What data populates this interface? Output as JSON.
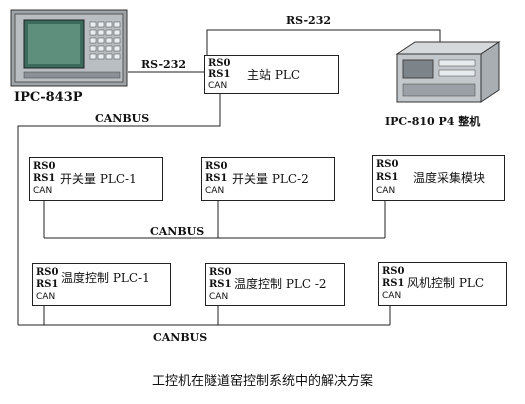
{
  "links": {
    "rs232_top": "RS-232",
    "rs232_left": "RS-232",
    "canbus_1": "CANBUS",
    "canbus_2": "CANBUS",
    "canbus_3": "CANBUS"
  },
  "devices": {
    "left_pc_label": "IPC-843P",
    "right_pc_label": "IPC-810 P4 整机"
  },
  "ports": {
    "rs0": "RS0",
    "rs1": "RS1",
    "can": "CAN"
  },
  "modules": {
    "master": "主站 PLC",
    "switch1": "开关量 PLC-1",
    "switch2": "开关量 PLC-2",
    "temp_acq": "温度采集模块",
    "temp_ctrl1": "温度控制 PLC-1",
    "temp_ctrl2": "温度控制 PLC -2",
    "fan_ctrl": "风机控制 PLC"
  },
  "caption": "工控机在隧道窑控制系统中的解决方案"
}
